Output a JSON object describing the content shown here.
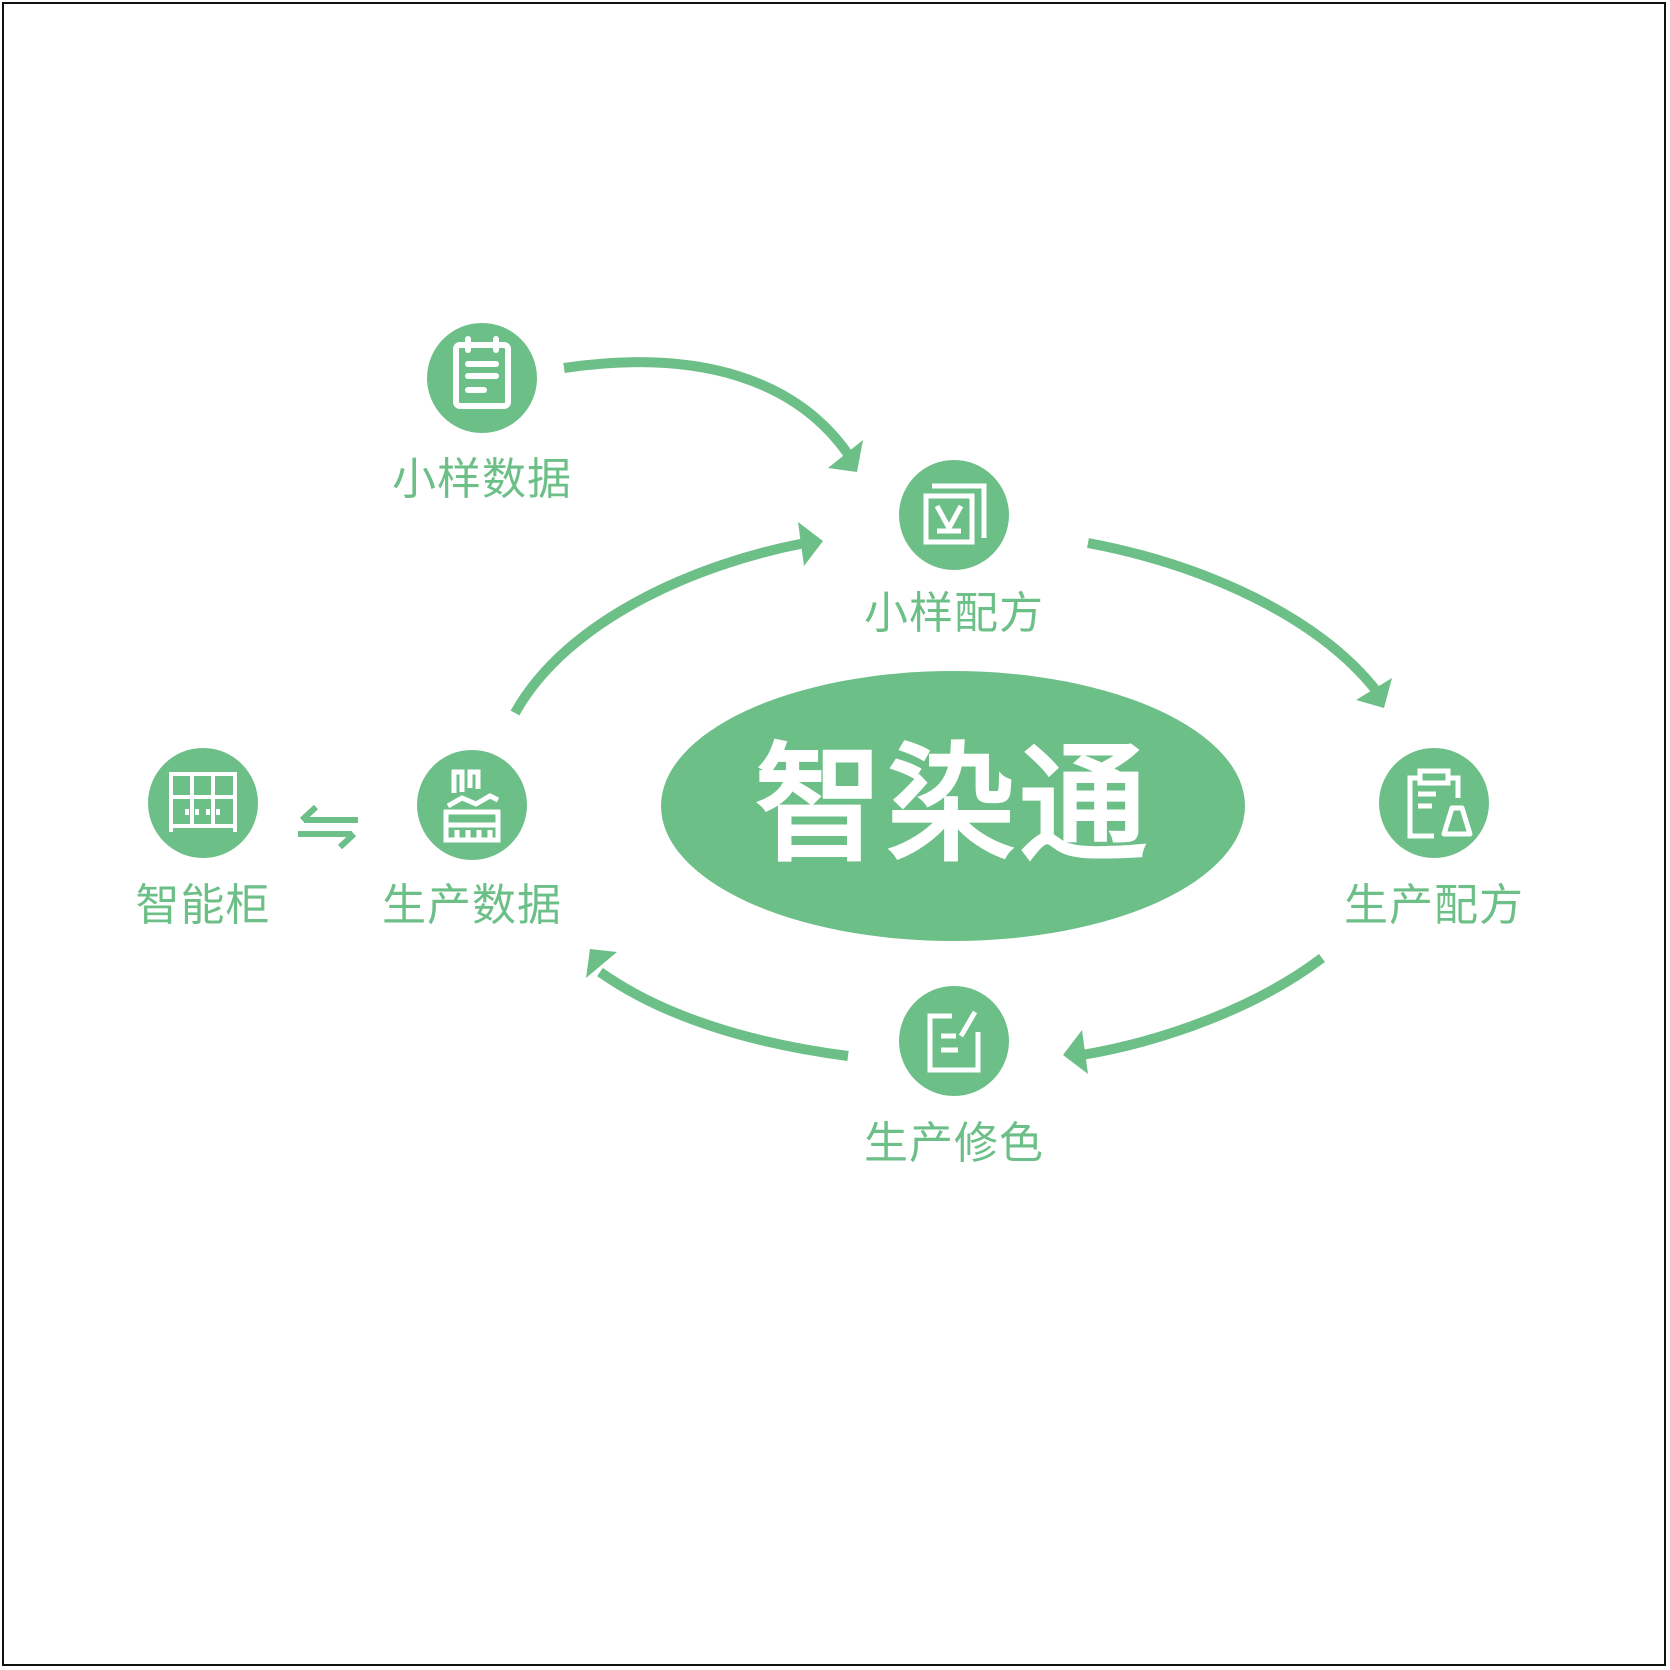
{
  "colors": {
    "accent": "#6dbf88",
    "icon_stroke": "#ffffff",
    "background": "#ffffff",
    "frame": "#111111"
  },
  "center": {
    "title": "智染通"
  },
  "nodes": {
    "sample_data": {
      "label": "小样数据",
      "icon": "notepad-icon"
    },
    "sample_formula": {
      "label": "小样配方",
      "icon": "check-card-icon"
    },
    "production_formula": {
      "label": "生产配方",
      "icon": "clipboard-flask-icon"
    },
    "production_tinting": {
      "label": "生产修色",
      "icon": "edit-document-icon"
    },
    "production_data": {
      "label": "生产数据",
      "icon": "factory-icon"
    },
    "smart_cabinet": {
      "label": "智能柜",
      "icon": "cabinet-icon"
    }
  }
}
